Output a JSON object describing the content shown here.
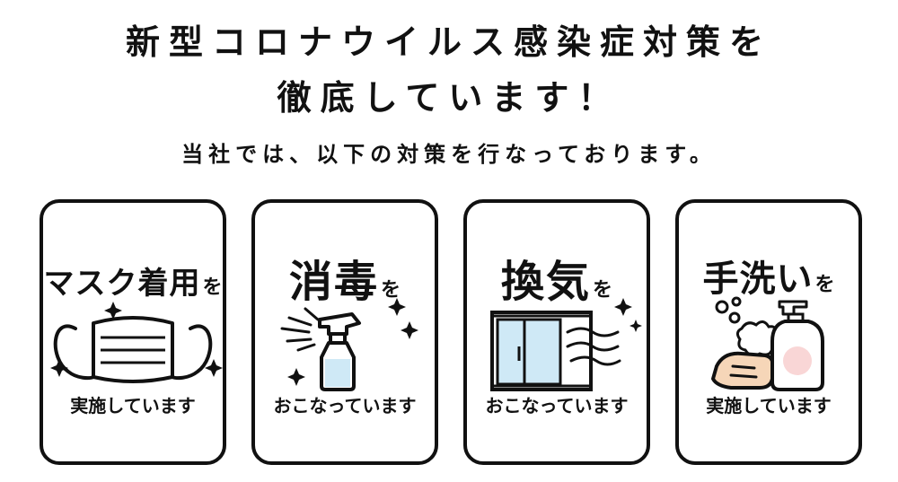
{
  "heading": {
    "line1": "新型コロナウイルス感染症対策を",
    "line2": "徹底しています！",
    "subtitle": "当社では、以下の対策を行なっております。"
  },
  "cards": [
    {
      "title": "マスク着用",
      "suffix": "を",
      "footer": "実施しています",
      "icon": "mask-icon"
    },
    {
      "title": "消毒",
      "suffix": "を",
      "footer": "おこなっています",
      "icon": "spray-bottle-icon"
    },
    {
      "title": "換気",
      "suffix": "を",
      "footer": "おこなっています",
      "icon": "window-ventilation-icon"
    },
    {
      "title": "手洗い",
      "suffix": "を",
      "footer": "実施しています",
      "icon": "handwashing-icon"
    }
  ],
  "colors": {
    "ink": "#111111",
    "bottle_liquid": "#cfe9f6",
    "glass": "#cfe9f6",
    "soap_label": "#f9d6d6",
    "hand": "#f6d6b8"
  }
}
